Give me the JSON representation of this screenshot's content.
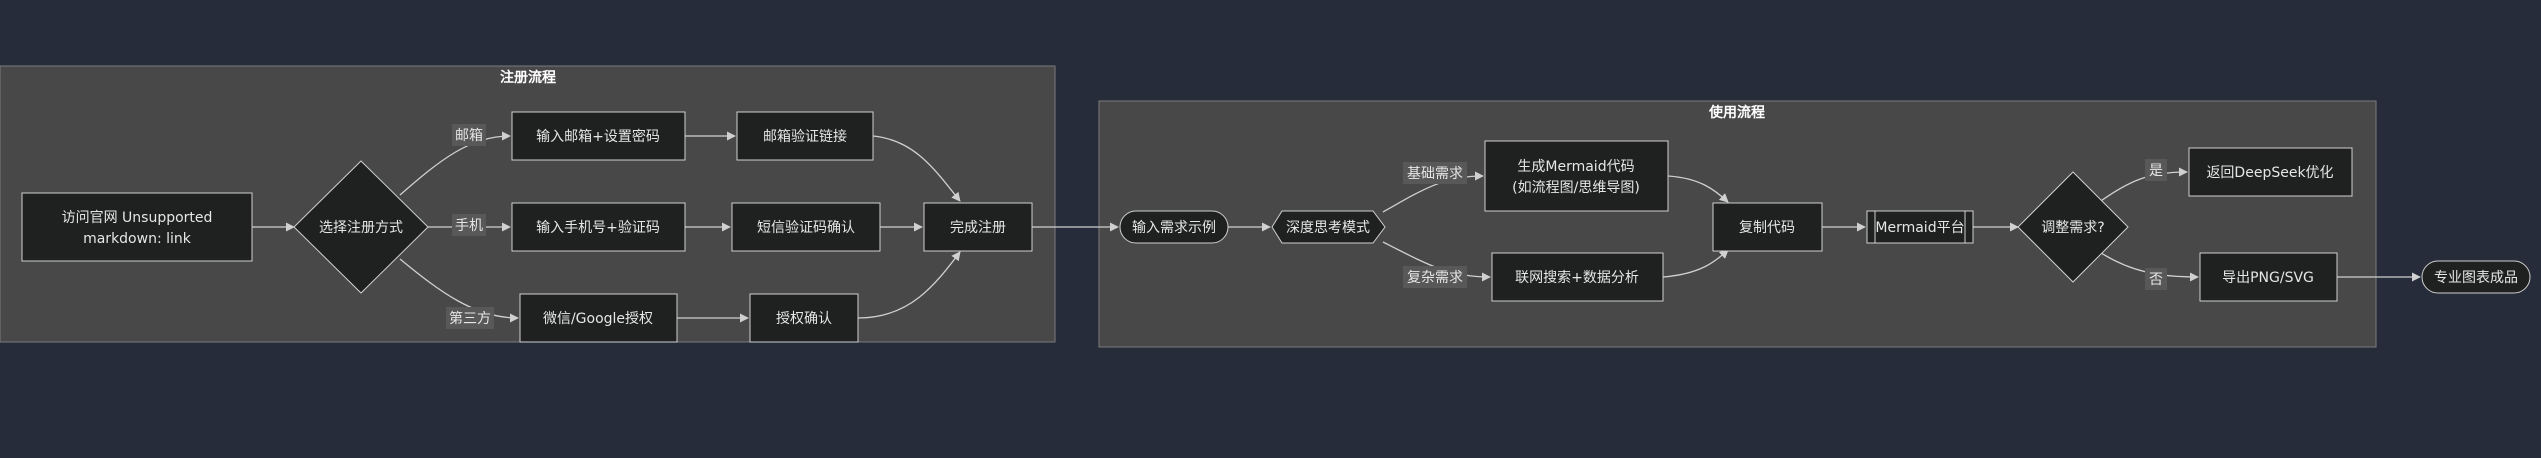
{
  "clusters": {
    "register": {
      "title": "注册流程"
    },
    "usage": {
      "title": "使用流程"
    }
  },
  "nodes": {
    "visit": {
      "lines": [
        "访问官网 Unsupported",
        "markdown: link"
      ]
    },
    "choose": {
      "lines": [
        "选择注册方式"
      ]
    },
    "email_input": {
      "lines": [
        "输入邮箱+设置密码"
      ]
    },
    "email_verify": {
      "lines": [
        "邮箱验证链接"
      ]
    },
    "phone_input": {
      "lines": [
        "输入手机号+验证码"
      ]
    },
    "sms_confirm": {
      "lines": [
        "短信验证码确认"
      ]
    },
    "third_party": {
      "lines": [
        "微信/Google授权"
      ]
    },
    "auth_confirm": {
      "lines": [
        "授权确认"
      ]
    },
    "done": {
      "lines": [
        "完成注册"
      ]
    },
    "input_example": {
      "lines": [
        "输入需求示例"
      ]
    },
    "deep_mode": {
      "lines": [
        "深度思考模式"
      ]
    },
    "gen_code": {
      "lines": [
        "生成Mermaid代码",
        "(如流程图/思维导图)"
      ]
    },
    "web_search": {
      "lines": [
        "联网搜索+数据分析"
      ]
    },
    "copy_code": {
      "lines": [
        "复制代码"
      ]
    },
    "mermaid": {
      "lines": [
        "Mermaid平台"
      ]
    },
    "adjust": {
      "lines": [
        "调整需求?"
      ]
    },
    "back": {
      "lines": [
        "返回DeepSeek优化"
      ]
    },
    "export": {
      "lines": [
        "导出PNG/SVG"
      ]
    },
    "final": {
      "lines": [
        "专业图表成品"
      ]
    }
  },
  "edge_labels": {
    "email": "邮箱",
    "phone": "手机",
    "third": "第三方",
    "basic": "基础需求",
    "complex": "复杂需求",
    "yes": "是",
    "no": "否"
  }
}
